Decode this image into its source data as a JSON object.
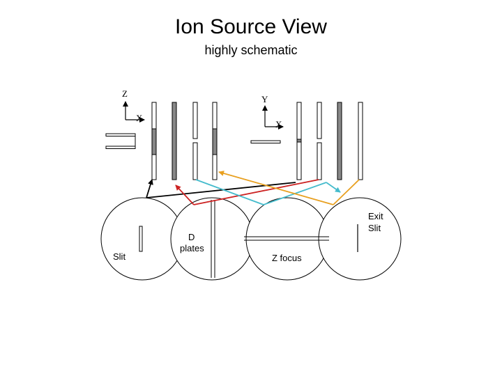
{
  "title": "Ion Source View",
  "subtitle": "highly schematic",
  "axes": {
    "side_vertical": "Z",
    "side_horizontal": "X",
    "top_vertical": "Y",
    "top_horizontal": "X"
  },
  "labels": {
    "slit": "Slit",
    "d_plates_line1": "D",
    "d_plates_line2": "plates",
    "z_focus": "Z focus",
    "exit_slit_line1": "Exit",
    "exit_slit_line2": "Slit"
  },
  "colors": {
    "ray_red": "#cc2222",
    "ray_cyan": "#44bbcc",
    "ray_orange": "#e8a020",
    "ray_black": "#000000",
    "plate_fill": "#888888"
  }
}
